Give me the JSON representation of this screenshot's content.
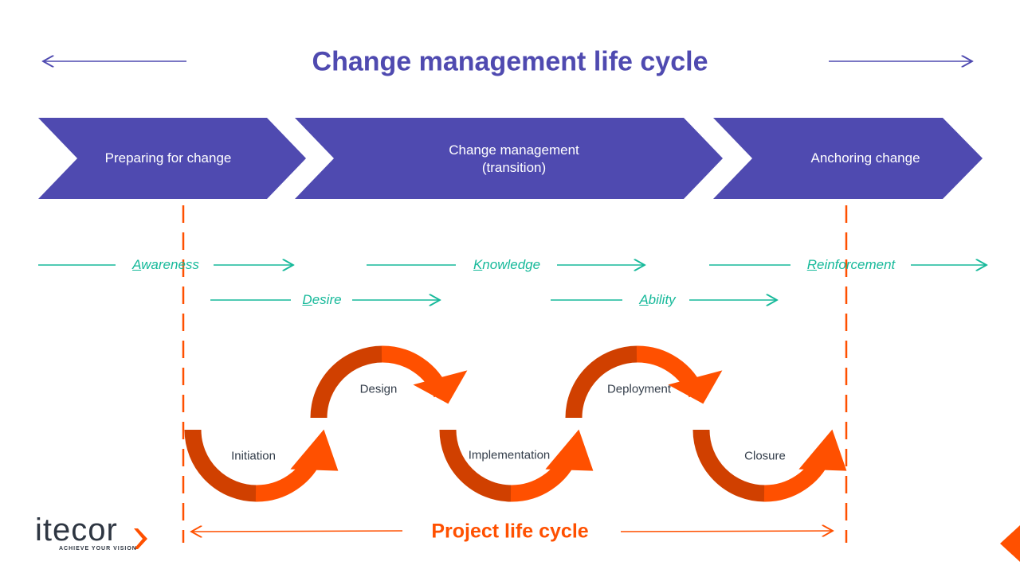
{
  "title": "Change management life cycle",
  "phases": [
    "Preparing for change",
    "Change management",
    "(transition)",
    "Anchoring change"
  ],
  "adkar": [
    {
      "first": "A",
      "rest": "wareness"
    },
    {
      "first": "D",
      "rest": "esire"
    },
    {
      "first": "K",
      "rest": "nowledge"
    },
    {
      "first": "A",
      "rest": "bility"
    },
    {
      "first": "R",
      "rest": "einforcement"
    }
  ],
  "steps": [
    "Initiation",
    "Design",
    "Implementation",
    "Deployment",
    "Closure"
  ],
  "project_label": "Project life cycle",
  "logo": {
    "name": "itecor",
    "tagline": "ACHIEVE YOUR VISION"
  },
  "colors": {
    "purple": "#4f4ab0",
    "teal": "#16b99a",
    "orange": "#ff5000",
    "dark_orange": "#d04000"
  }
}
